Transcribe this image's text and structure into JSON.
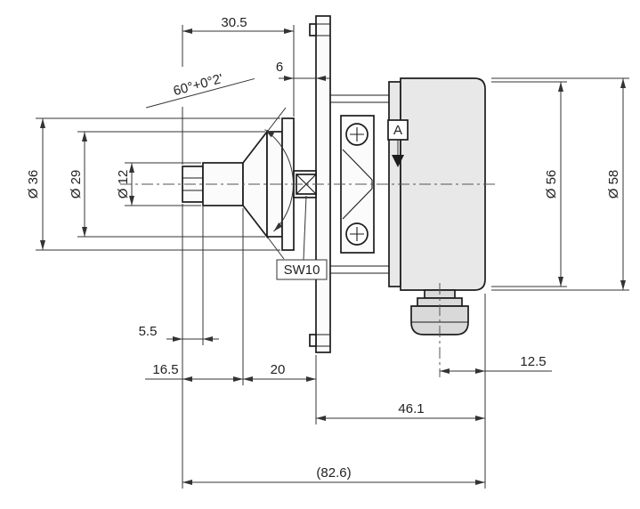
{
  "drawing": {
    "type": "mechanical-dimension-drawing",
    "colors": {
      "outline": "#1c1c1c",
      "dimension": "#333333",
      "centerline": "#555555",
      "housing_fill": "#e8e8e8",
      "gland_fill": "#d9d9d9",
      "part_fill": "#fbfbfb",
      "background": "#ffffff"
    },
    "labels": {
      "dim_shaft_to_face": "30.5",
      "dim_face_offset": "6",
      "cone_angle": "60°+0°2'",
      "dia_36": "Ø 36",
      "dia_29": "Ø 29",
      "dia_12": "Ø 12",
      "wrench_size": "SW10",
      "dim_nut_thickness": "5.5",
      "dim_shaft_length": "16.5",
      "dim_cone_length": "20",
      "dim_gland_to_end": "12.5",
      "dim_face_to_end": "46.1",
      "dim_overall": "(82.6)",
      "dia_56": "Ø 56",
      "dia_58": "Ø 58",
      "datum_label": "A"
    }
  }
}
